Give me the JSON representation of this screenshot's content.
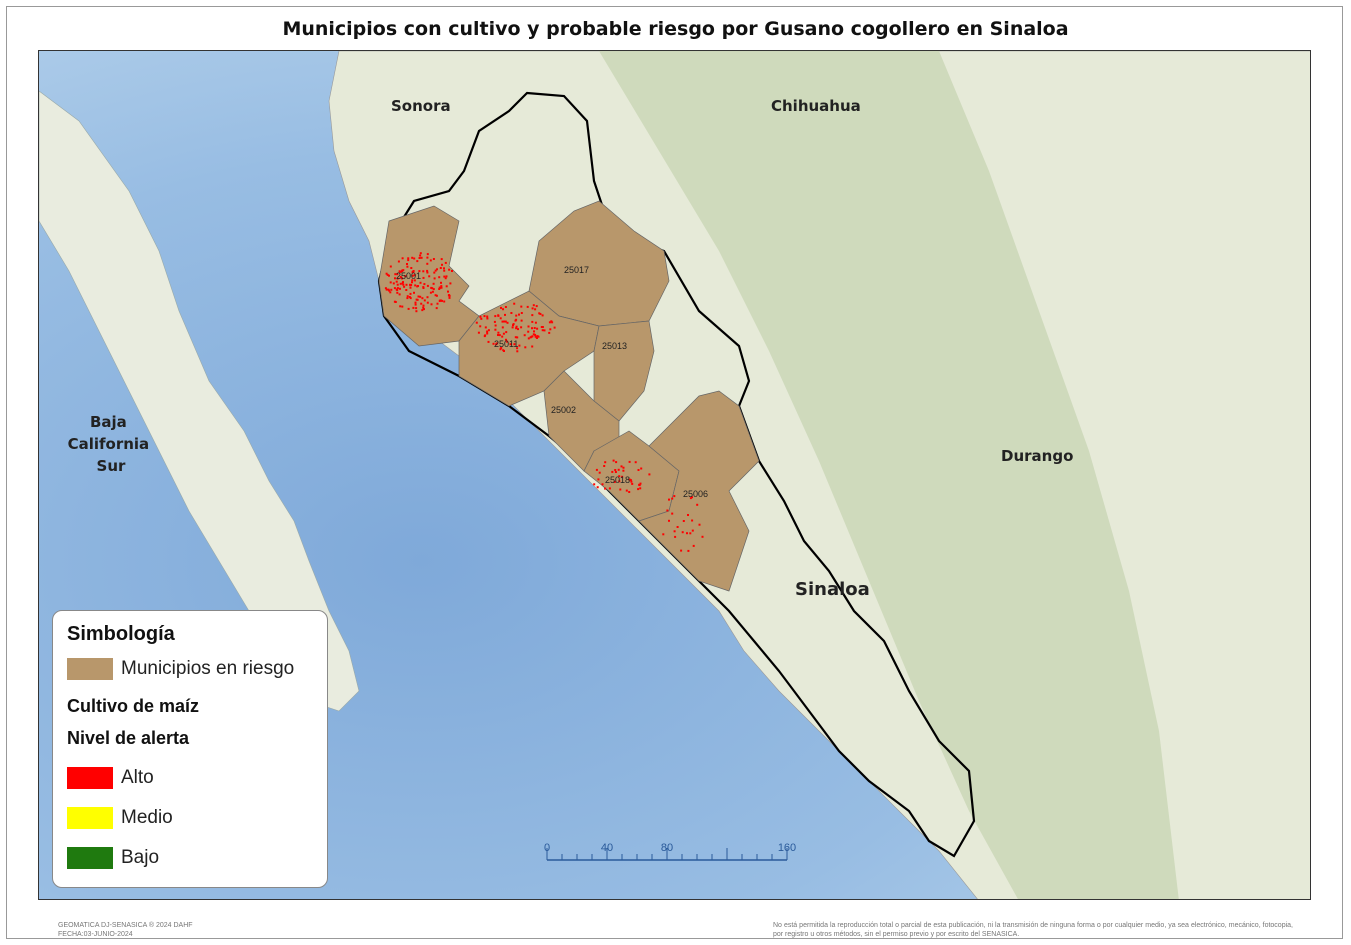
{
  "title": "Municipios con cultivo y probable riesgo por Gusano cogollero en Sinaloa",
  "states": [
    {
      "name": "Sonora"
    },
    {
      "name": "Chihuahua"
    },
    {
      "name": "Baja California Sur"
    },
    {
      "name": "Durango"
    },
    {
      "name": "Sinaloa"
    }
  ],
  "municipalities": [
    "25001",
    "25017",
    "25011",
    "25013",
    "25002",
    "25018",
    "25006"
  ],
  "legend": {
    "title": "Simbología",
    "risk_label": "Municipios en riesgo",
    "crop_label": "Cultivo de maíz",
    "alert_label": "Nivel de alerta",
    "levels": [
      {
        "label": "Alto",
        "color": "#ff0000"
      },
      {
        "label": "Medio",
        "color": "#ffff00"
      },
      {
        "label": "Bajo",
        "color": "#1f7a0f"
      }
    ],
    "risk_color": "#b8976b"
  },
  "scale": {
    "ticks": [
      "0",
      "40",
      "80",
      "160"
    ]
  },
  "footer": {
    "left_line1": "GEOMATICA DJ-SENASICA ® 2024 DAHF",
    "left_line2": "FECHA:03-JUNIO-2024",
    "right_text": "No está permitida la reproducción total o parcial de esta publicación, ni la transmisión de ninguna forma o por cualquier medio, ya sea electrónico, mecánico, fotocopia, por registro u otros métodos, sin el permiso previo y por escrito del SENASICA."
  }
}
